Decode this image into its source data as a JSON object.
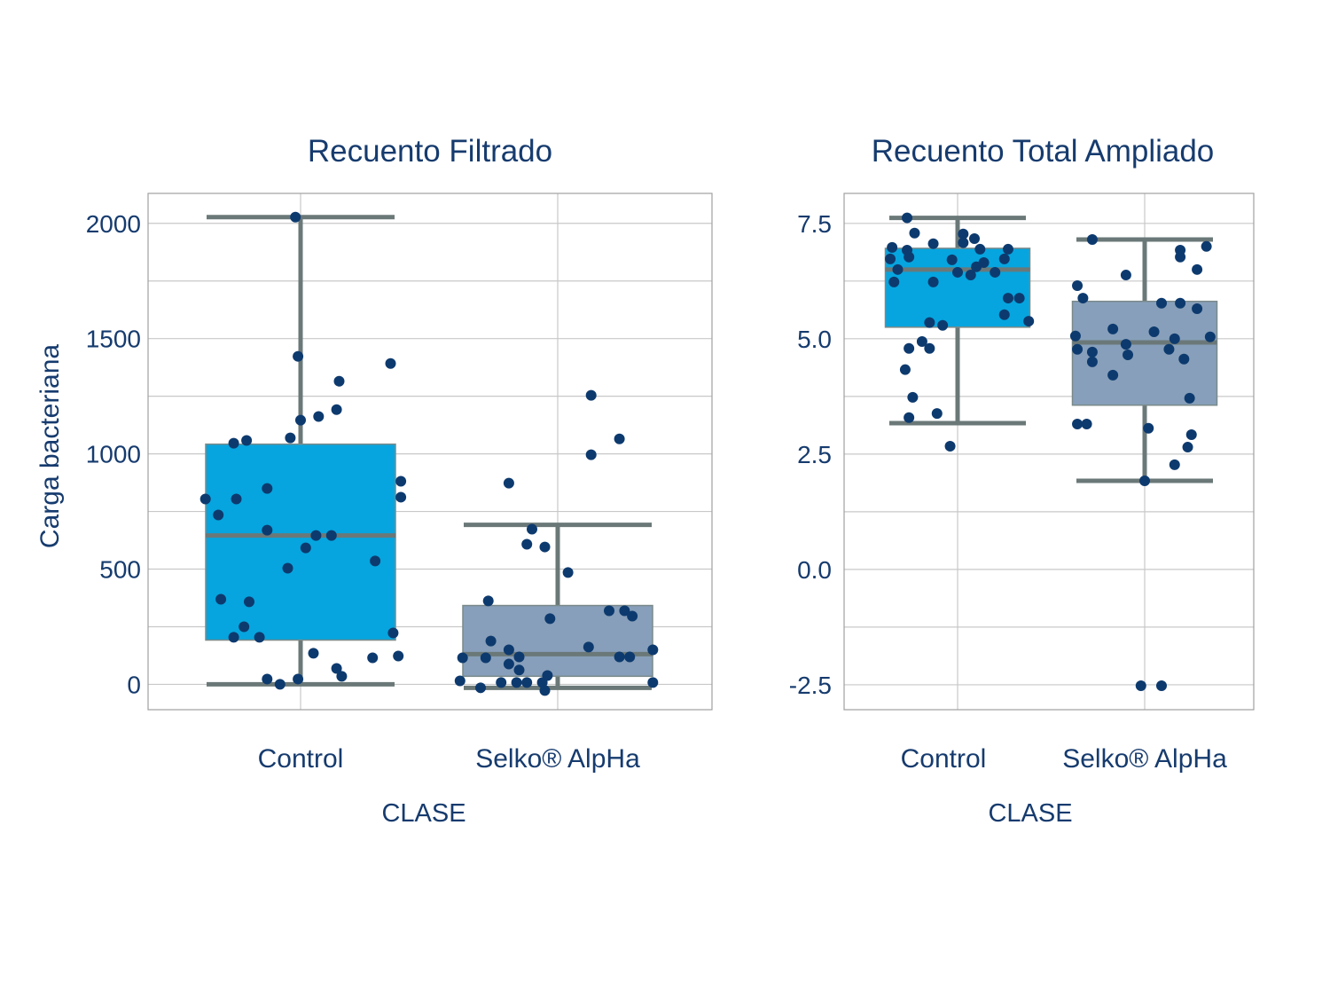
{
  "colors": {
    "control_box": "#06a5df",
    "selko_box": "#879fba",
    "whisker": "#6b7878",
    "point": "#0d3a6e",
    "text": "#163b6e",
    "grid": "#c8c8c8",
    "frame": "#a0a0a0"
  },
  "chart_data": [
    {
      "type": "box",
      "title": "Recuento Filtrado",
      "xlabel": "CLASE",
      "ylabel": "Carga bacteriana",
      "categories": [
        "Control",
        "Selko® AlpHa"
      ],
      "ylim": [
        -110,
        2130
      ],
      "yticks": [
        0,
        500,
        1000,
        1500,
        2000
      ],
      "ytick_labels": [
        "0",
        "500",
        "1000",
        "1500",
        "2000"
      ],
      "minor_grid": [
        250,
        750,
        1250,
        1750
      ],
      "grid": true,
      "boxes": [
        {
          "whisker_low": 0,
          "q1": 192,
          "median": 646,
          "q3": 1042,
          "whisker_high": 2027
        },
        {
          "whisker_low": -15,
          "q1": 35,
          "median": 131,
          "q3": 342,
          "whisker_high": 692
        }
      ],
      "points": [
        [
          [
            -0.37,
            804
          ],
          [
            -0.32,
            735
          ],
          [
            -0.26,
            1046
          ],
          [
            -0.21,
            1058
          ],
          [
            -0.25,
            804
          ],
          [
            -0.13,
            850
          ],
          [
            -0.31,
            369
          ],
          [
            -0.2,
            358
          ],
          [
            -0.22,
            250
          ],
          [
            -0.26,
            204
          ],
          [
            -0.16,
            204
          ],
          [
            -0.13,
            669
          ],
          [
            -0.05,
            504
          ],
          [
            0.02,
            592
          ],
          [
            0.06,
            646
          ],
          [
            0.12,
            646
          ],
          [
            -0.04,
            1069
          ],
          [
            0.0,
            1146
          ],
          [
            0.07,
            1162
          ],
          [
            0.14,
            1192
          ],
          [
            0.15,
            1315
          ],
          [
            -0.01,
            1423
          ],
          [
            0.35,
            1392
          ],
          [
            0.29,
            535
          ],
          [
            0.39,
            881
          ],
          [
            0.39,
            812
          ],
          [
            0.36,
            223
          ],
          [
            0.38,
            123
          ],
          [
            0.28,
            115
          ],
          [
            0.05,
            135
          ],
          [
            0.14,
            69
          ],
          [
            0.16,
            35
          ],
          [
            -0.13,
            23
          ],
          [
            -0.08,
            0
          ],
          [
            -0.01,
            23
          ],
          [
            -0.02,
            2027
          ]
        ],
        [
          [
            -0.38,
            15
          ],
          [
            -0.37,
            115
          ],
          [
            -0.28,
            115
          ],
          [
            -0.27,
            362
          ],
          [
            -0.26,
            188
          ],
          [
            -0.3,
            -15
          ],
          [
            -0.22,
            8
          ],
          [
            -0.19,
            873
          ],
          [
            -0.19,
            150
          ],
          [
            -0.19,
            88
          ],
          [
            -0.15,
            119
          ],
          [
            -0.15,
            62
          ],
          [
            -0.16,
            8
          ],
          [
            -0.12,
            8
          ],
          [
            -0.12,
            608
          ],
          [
            -0.1,
            673
          ],
          [
            -0.05,
            596
          ],
          [
            -0.06,
            8
          ],
          [
            -0.04,
            38
          ],
          [
            -0.05,
            -27
          ],
          [
            -0.03,
            285
          ],
          [
            0.04,
            485
          ],
          [
            0.12,
            162
          ],
          [
            0.13,
            1254
          ],
          [
            0.13,
            996
          ],
          [
            0.2,
            319
          ],
          [
            0.24,
            1065
          ],
          [
            0.24,
            119
          ],
          [
            0.26,
            319
          ],
          [
            0.28,
            119
          ],
          [
            0.29,
            296
          ],
          [
            0.37,
            150
          ],
          [
            0.37,
            8
          ]
        ]
      ]
    },
    {
      "type": "box",
      "title": "Recuento Total Ampliado",
      "xlabel": "CLASE",
      "ylabel": "",
      "categories": [
        "Control",
        "Selko® AlpHa"
      ],
      "ylim": [
        -3.04,
        8.15
      ],
      "yticks": [
        -2.5,
        0.0,
        2.5,
        5.0,
        7.5
      ],
      "ytick_labels": [
        "-2.5",
        "0.0",
        "2.5",
        "5.0",
        "7.5"
      ],
      "minor_grid": [
        -1.25,
        1.25,
        3.75,
        6.25
      ],
      "grid": true,
      "boxes": [
        {
          "whisker_low": 3.17,
          "q1": 5.25,
          "median": 6.5,
          "q3": 6.96,
          "whisker_high": 7.62
        },
        {
          "whisker_low": 1.92,
          "q1": 3.56,
          "median": 4.92,
          "q3": 5.81,
          "whisker_high": 7.15
        }
      ],
      "points": [
        [
          [
            -0.36,
            6.73
          ],
          [
            -0.35,
            6.98
          ],
          [
            -0.32,
            6.5
          ],
          [
            -0.34,
            6.23
          ],
          [
            -0.27,
            7.62
          ],
          [
            -0.27,
            6.92
          ],
          [
            -0.26,
            6.77
          ],
          [
            -0.23,
            7.29
          ],
          [
            -0.13,
            7.06
          ],
          [
            -0.13,
            6.23
          ],
          [
            -0.15,
            5.35
          ],
          [
            -0.08,
            5.29
          ],
          [
            -0.19,
            4.94
          ],
          [
            -0.26,
            4.79
          ],
          [
            -0.15,
            4.79
          ],
          [
            -0.28,
            4.33
          ],
          [
            -0.24,
            3.73
          ],
          [
            -0.26,
            3.29
          ],
          [
            -0.11,
            3.38
          ],
          [
            -0.04,
            2.67
          ],
          [
            -0.03,
            6.71
          ],
          [
            0.0,
            6.44
          ],
          [
            0.03,
            7.27
          ],
          [
            0.03,
            7.08
          ],
          [
            0.07,
            6.38
          ],
          [
            0.09,
            7.17
          ],
          [
            0.1,
            6.56
          ],
          [
            0.14,
            6.65
          ],
          [
            0.12,
            6.94
          ],
          [
            0.2,
            6.44
          ],
          [
            0.25,
            6.73
          ],
          [
            0.27,
            6.94
          ],
          [
            0.27,
            5.88
          ],
          [
            0.33,
            5.88
          ],
          [
            0.25,
            5.52
          ],
          [
            0.38,
            5.38
          ]
        ],
        [
          [
            -0.36,
            6.15
          ],
          [
            -0.33,
            5.88
          ],
          [
            -0.37,
            5.06
          ],
          [
            -0.36,
            4.77
          ],
          [
            -0.28,
            4.71
          ],
          [
            -0.28,
            4.5
          ],
          [
            -0.28,
            7.15
          ],
          [
            -0.17,
            5.21
          ],
          [
            -0.17,
            4.21
          ],
          [
            -0.1,
            6.38
          ],
          [
            -0.1,
            4.88
          ],
          [
            -0.09,
            4.65
          ],
          [
            0.05,
            5.15
          ],
          [
            0.09,
            5.77
          ],
          [
            0.13,
            4.77
          ],
          [
            0.16,
            5.0
          ],
          [
            0.19,
            5.77
          ],
          [
            0.19,
            6.92
          ],
          [
            0.19,
            6.77
          ],
          [
            0.21,
            4.56
          ],
          [
            0.28,
            6.5
          ],
          [
            0.28,
            5.65
          ],
          [
            0.33,
            7.0
          ],
          [
            0.35,
            5.04
          ],
          [
            0.24,
            3.71
          ],
          [
            0.25,
            2.92
          ],
          [
            0.23,
            2.65
          ],
          [
            0.16,
            2.27
          ],
          [
            0.02,
            3.06
          ],
          [
            0.0,
            1.92
          ],
          [
            -0.36,
            3.15
          ],
          [
            -0.31,
            3.15
          ],
          [
            -0.02,
            -2.52
          ],
          [
            0.09,
            -2.52
          ]
        ]
      ]
    }
  ]
}
